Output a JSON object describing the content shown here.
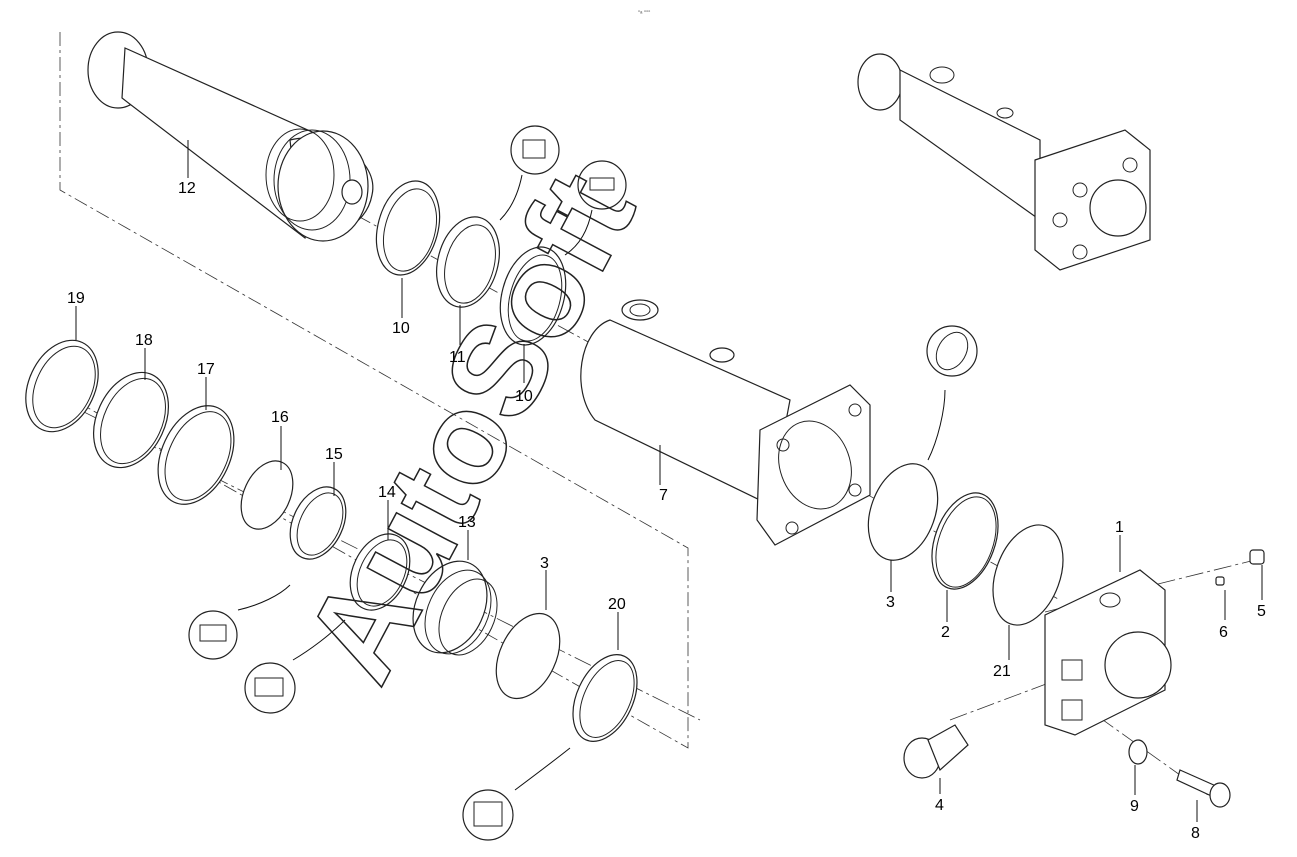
{
  "header": {
    "tiny_code": "▫ₐ ▫▫▫"
  },
  "watermark": {
    "text": "AutoSoft"
  },
  "callouts": [
    {
      "id": "c12",
      "text": "12"
    },
    {
      "id": "c10a",
      "text": "10"
    },
    {
      "id": "c11",
      "text": "11"
    },
    {
      "id": "c10b",
      "text": "10"
    },
    {
      "id": "c7",
      "text": "7"
    },
    {
      "id": "c19",
      "text": "19"
    },
    {
      "id": "c18",
      "text": "18"
    },
    {
      "id": "c17",
      "text": "17"
    },
    {
      "id": "c16",
      "text": "16"
    },
    {
      "id": "c15",
      "text": "15"
    },
    {
      "id": "c14",
      "text": "14"
    },
    {
      "id": "c13",
      "text": "13"
    },
    {
      "id": "c3a",
      "text": "3"
    },
    {
      "id": "c20",
      "text": "20"
    },
    {
      "id": "c1",
      "text": "1"
    },
    {
      "id": "c3b",
      "text": "3"
    },
    {
      "id": "c2",
      "text": "2"
    },
    {
      "id": "c21",
      "text": "21"
    },
    {
      "id": "c6",
      "text": "6"
    },
    {
      "id": "c5",
      "text": "5"
    },
    {
      "id": "c4",
      "text": "4"
    },
    {
      "id": "c9",
      "text": "9"
    },
    {
      "id": "c8",
      "text": "8"
    }
  ]
}
